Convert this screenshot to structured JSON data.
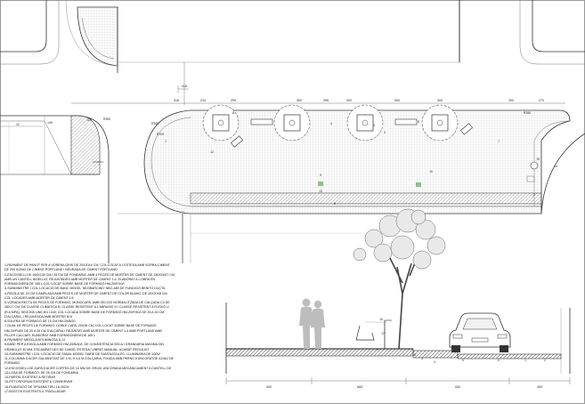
{
  "plan": {
    "dimensions_top": [
      "316",
      "234",
      "290",
      "418",
      "300",
      "255",
      "300",
      "300",
      "300",
      "300",
      "270"
    ],
    "dim_left": [
      "140",
      "120"
    ],
    "radius_labels": [
      "R390",
      "R390",
      "R100",
      "R350"
    ],
    "point_labels": [
      "1",
      "2",
      "3",
      "4",
      "5",
      "6",
      "7",
      "8",
      "9",
      "10",
      "11",
      "12",
      "13",
      "14",
      "15"
    ],
    "corner_label": "12"
  },
  "section": {
    "dimensions": [
      "400",
      "665",
      "530",
      "400"
    ],
    "levels": [
      "15",
      "17",
      "7",
      "8",
      "3",
      "4",
      "5",
      "6",
      "1",
      "2"
    ]
  },
  "legend": [
    "1-PAVIMENT DE PANOT PER A VORERA GRIS DE 20X20X4 CM, COL·LOCAT A L'ESTESA AMB SORRA-CIMENT",
    "DE 200 KG/M3 DE CIMENT PÒRTLAND I BEURADA DE CIMENT PÒRTLAND",
    "2-ESCOSSELL DE 165X130 CM I 25 CM DE FONDÀRIA, AMB 4 PECES DE MORTER DE CIMENT DE 180X20X7 CM,",
    "AMB UN CANTELL BISELLAT, REJUNTADES AMB MORTER DE CIMENT 1:4, ELABORAT A L'OBRA EN",
    "FORMIGONERA DE 165 L COL·LOCAT SOBRE BASE DE FORMIGÓ HM-20/P/10/I",
    "3-SUBMINISTRE I COL·LOCACIÓ DE BANC MODEL 'NEOBARCINO' NBO-480 DE FUNDICIÓ BENITO DUCTIL",
    "4-RIGOLA DE 20 CM D'AMPLADA AMB PECES DE MORTER DE CIMENT DE COLOR BLANC, DE 20X20X8 CM,",
    "COL·LOCADES AMB MORTER DE CIMENT 1:6",
    "5-VORADA RECTA DE PECES DE FORMIGÓ, MONOCAPA, AMB SECCIÓ NORMALITZADA DE CALÇADA C3 DE",
    "28X17 CM, DE CLASSE CLIMÀTICA B, CLASSE RESISTENT A L'ABRASIÓ H I CLASSE RESISTENT A FLEXIÓ U",
    "(R-6 MPA), SEGONS UNE-EN 1340, COL·LOCADA SOBRE BASE DE FORMIGÓ HM-20/P/40/I DE 25 A 30 CM",
    "D'ALÇÀRIA, I REJUNTADA AMB MORTER M-5",
    "6-SOLERA DE FORMIGÓ DE 15 CM HM-20/B/20",
    "7-GUAL DE PECES DE FORMIGÓ, DOBLE CAPA, 20X28 CM, COL·LOCAT SOBRE BASE DE FORMIGÓ",
    "HM-20/P/40/I DE 20 A 25 CM D'ALÇÀRIA I REJUNTAT AMB MORTER DE CIMENT 1:4 AMB PÒRTLAND AMB",
    "FILLER CALCARI, ELABORAT AMB FORMIGONERA DE 165 L",
    "8-PAVIMENT MESCLA BITUMINOSA D-12",
    "9-BASE PER A RIGOLA AMB FORMIGÓ HM-20/B/40/I, DE CONSISTÈNCIA SECA I GRANDÀRIA MÀXIMA DEL",
    "GRANULAT 40 MM, ESCAMPAT DES DE CAMIÓ, ESTESA I VIBRAT MANUAL, ACABAT REGLEJAT",
    "10-SUBMINISTRE I COL·LOCACIÓ DE FANAL MODEL SIARE DE SANTAGOULEC, LLUMINÀRIA DE 100W",
    "11-COLUMNA D'ACER GALVANITZAT DE 4 M, H 4,6 M D'ALÇÀRIA, FIXADA AMB PERNS D'ANCORATGE A DAU DE",
    "FORMIGÓ",
    "12-ESCOSSELL DE XAPA D'ACER CORTEN DE 10 MM DE GRUIX, ANCORADA MECÀNICAMENT A CANTELL DE",
    "13-LOSA DE FORMIGÓ, DE 25 CM DE FONDÀRIA",
    "14-PÀRTEL EXISTENT A RETIRAR",
    "15-PITTOSPORUM EXISTENT A CONSERVAR",
    "16-PLANTACIÓ DE TIPUANA TIPU 18-20CM",
    "17-BOSTOS EXISTENTS A TRASLLADAR"
  ]
}
